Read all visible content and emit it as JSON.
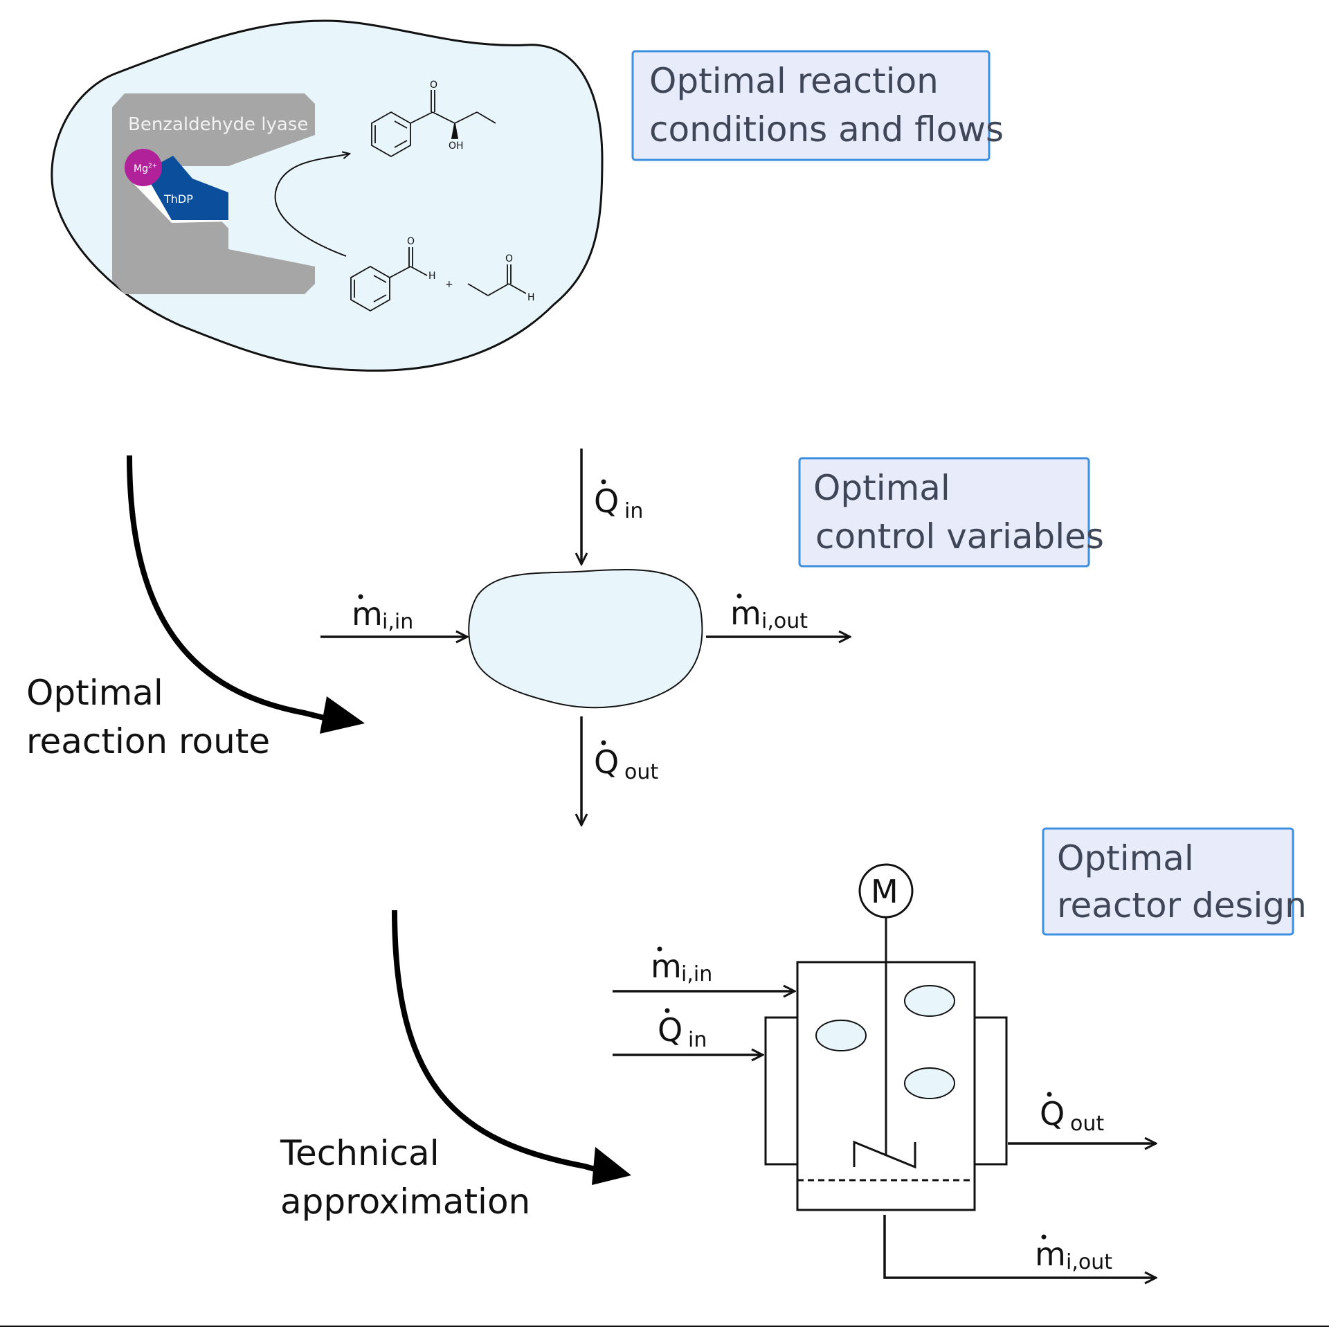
{
  "boxes": {
    "conditions": {
      "line1": "Optimal reaction",
      "line2": "conditions and flows"
    },
    "control": {
      "line1": "Optimal",
      "line2": "control variables"
    },
    "reactor": {
      "line1": "Optimal",
      "line2": "reactor design"
    }
  },
  "enzyme": {
    "name": "Benzaldehyde lyase",
    "cofactor_ion": "Mg",
    "cofactor_ion_charge": "2+",
    "coenzyme": "ThDP"
  },
  "chemistry": {
    "product_o": "O",
    "product_oh": "OH",
    "reactant1_o": "O",
    "reactant1_h": "H",
    "plus": "+",
    "reactant2_o": "O",
    "reactant2_h": "H"
  },
  "routes": {
    "reaction_route": {
      "line1": "Optimal",
      "line2": "reaction route"
    },
    "technical": {
      "line1": "Technical",
      "line2": "approximation"
    }
  },
  "symbols": {
    "mass_flow": "m",
    "heat_flow": "Q",
    "sub_mass_in": "i,in",
    "sub_mass_out": "i,out",
    "sub_heat_in": "in",
    "sub_heat_out": "out"
  },
  "reactor": {
    "motor": "M"
  },
  "colors": {
    "cell_fill": "#e8f5fb",
    "box_fill": "#e8ebfa",
    "box_border": "#3d8fe0",
    "enzyme_gray": "#a6a6a6",
    "thdp_blue": "#0b4f9c",
    "mg_magenta": "#b0219a"
  }
}
